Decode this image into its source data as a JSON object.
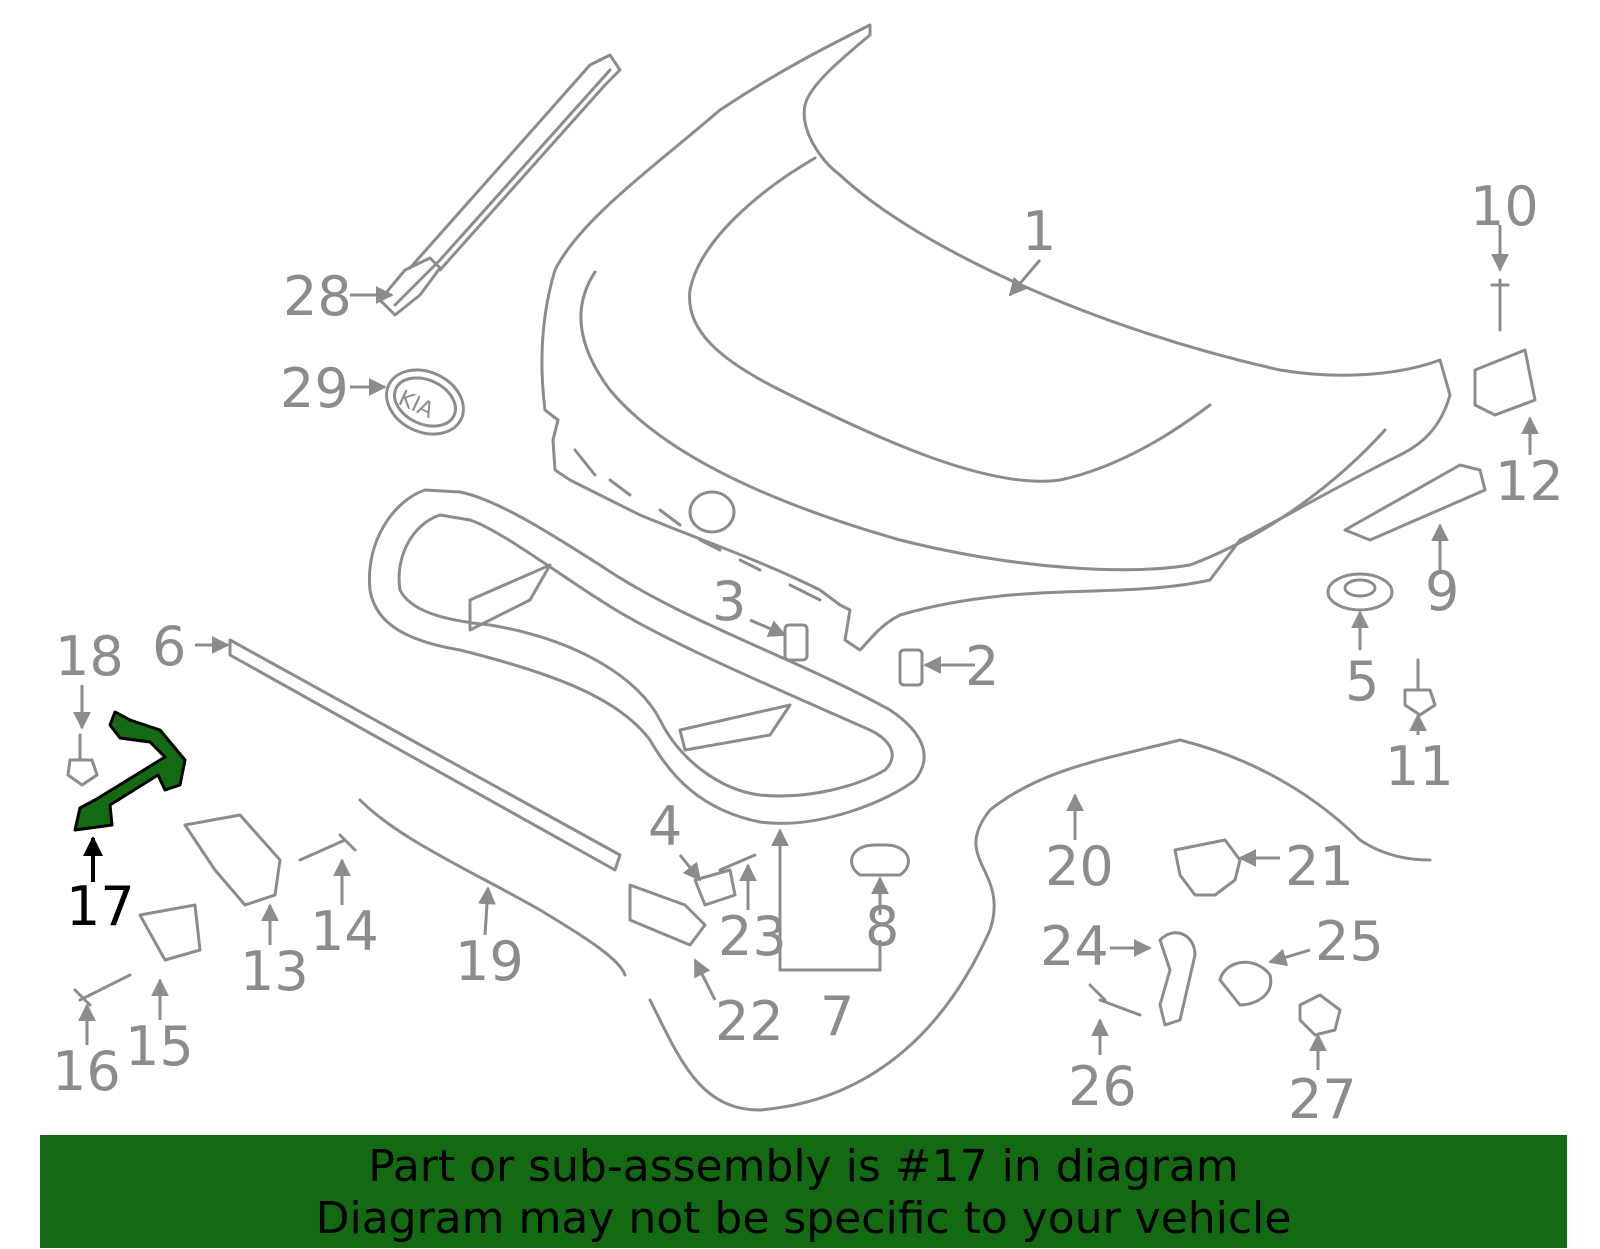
{
  "banner": {
    "line1": "Part or sub-assembly is #17 in diagram",
    "line2": "Diagram may not be specific to your vehicle",
    "color": "#136a13"
  },
  "highlight": {
    "part_number": "17",
    "fill_color": "#136a13"
  },
  "logo_text": "KIA",
  "callouts": [
    {
      "id": "1",
      "label": "1"
    },
    {
      "id": "2",
      "label": "2"
    },
    {
      "id": "3",
      "label": "3"
    },
    {
      "id": "4",
      "label": "4"
    },
    {
      "id": "5",
      "label": "5"
    },
    {
      "id": "6",
      "label": "6"
    },
    {
      "id": "7",
      "label": "7"
    },
    {
      "id": "8",
      "label": "8"
    },
    {
      "id": "9",
      "label": "9"
    },
    {
      "id": "10",
      "label": "10"
    },
    {
      "id": "11",
      "label": "11"
    },
    {
      "id": "12",
      "label": "12"
    },
    {
      "id": "13",
      "label": "13"
    },
    {
      "id": "14",
      "label": "14"
    },
    {
      "id": "15",
      "label": "15"
    },
    {
      "id": "16",
      "label": "16"
    },
    {
      "id": "17",
      "label": "17"
    },
    {
      "id": "18",
      "label": "18"
    },
    {
      "id": "19",
      "label": "19"
    },
    {
      "id": "20",
      "label": "20"
    },
    {
      "id": "21",
      "label": "21"
    },
    {
      "id": "22",
      "label": "22"
    },
    {
      "id": "23",
      "label": "23"
    },
    {
      "id": "24",
      "label": "24"
    },
    {
      "id": "25",
      "label": "25"
    },
    {
      "id": "26",
      "label": "26"
    },
    {
      "id": "27",
      "label": "27"
    },
    {
      "id": "28",
      "label": "28"
    },
    {
      "id": "29",
      "label": "29"
    }
  ]
}
